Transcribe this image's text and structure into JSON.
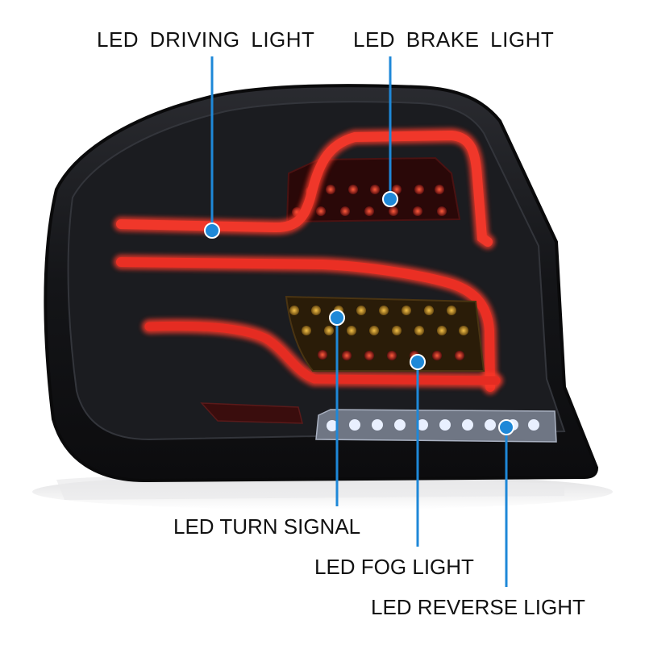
{
  "labels": {
    "driving": "LED  DRIVING  LIGHT",
    "brake": "LED  BRAKE  LIGHT",
    "turn": "LED TURN SIGNAL",
    "fog": "LED FOG LIGHT",
    "reverse": "LED REVERSE LIGHT"
  },
  "colors": {
    "callout": "#1e88d8",
    "housing": "#17181b",
    "driving_strip": "#e8271f",
    "brake_led": "#d1191a",
    "turn_led": "#e3a11c",
    "reverse_led": "#c9d7ff"
  }
}
